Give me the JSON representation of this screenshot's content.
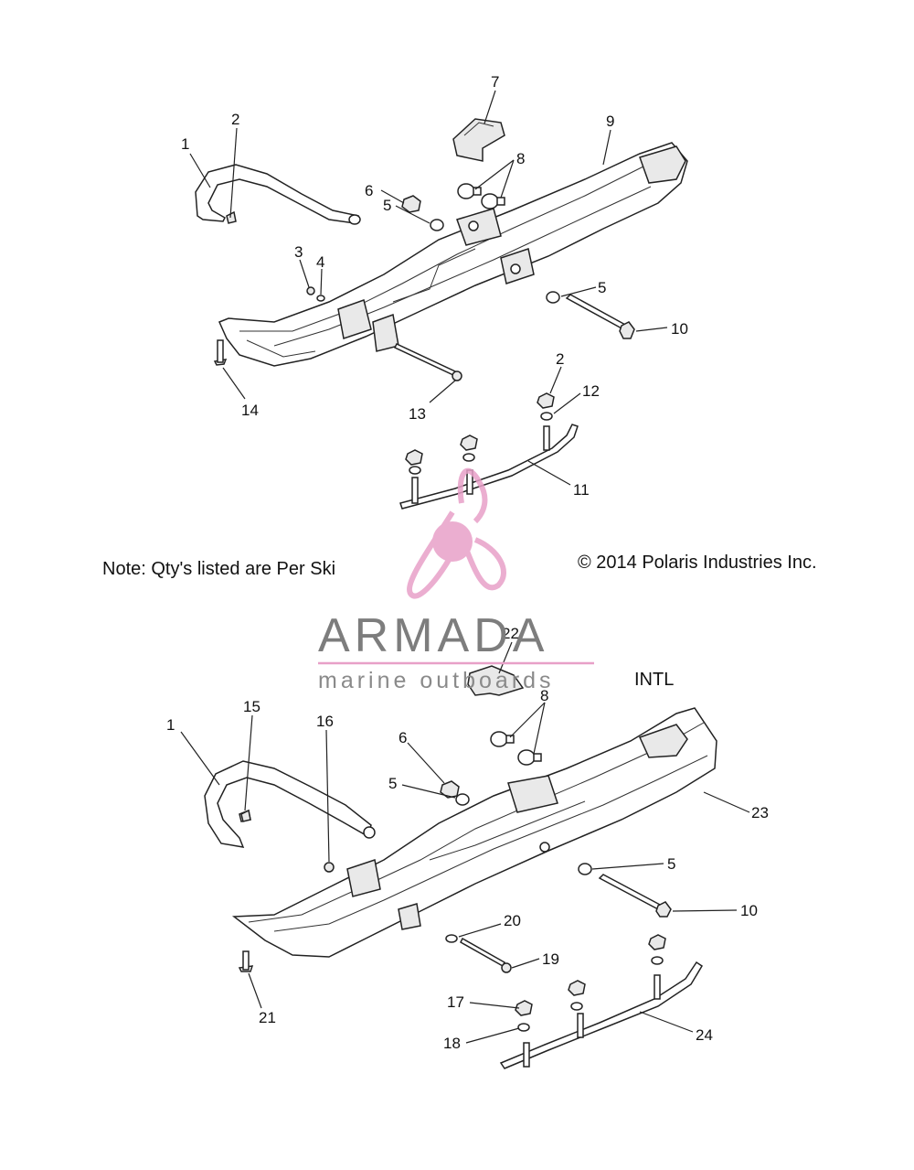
{
  "note": "Note: Qty's listed are Per Ski",
  "copyright": "© 2014 Polaris Industries Inc.",
  "intl_label": "INTL",
  "watermark": {
    "title": "ARMADA",
    "subtitle": "marine outboards",
    "accent_color": "#e8a0c8",
    "text_color": "#7d7d7d"
  },
  "callouts": {
    "top": [
      "1",
      "2",
      "3",
      "4",
      "5",
      "5",
      "6",
      "7",
      "8",
      "9",
      "10",
      "11",
      "2",
      "12",
      "13",
      "14"
    ],
    "bottom": [
      "1",
      "15",
      "16",
      "22",
      "8",
      "6",
      "5",
      "5",
      "23",
      "10",
      "20",
      "19",
      "17",
      "18",
      "21",
      "24"
    ]
  }
}
